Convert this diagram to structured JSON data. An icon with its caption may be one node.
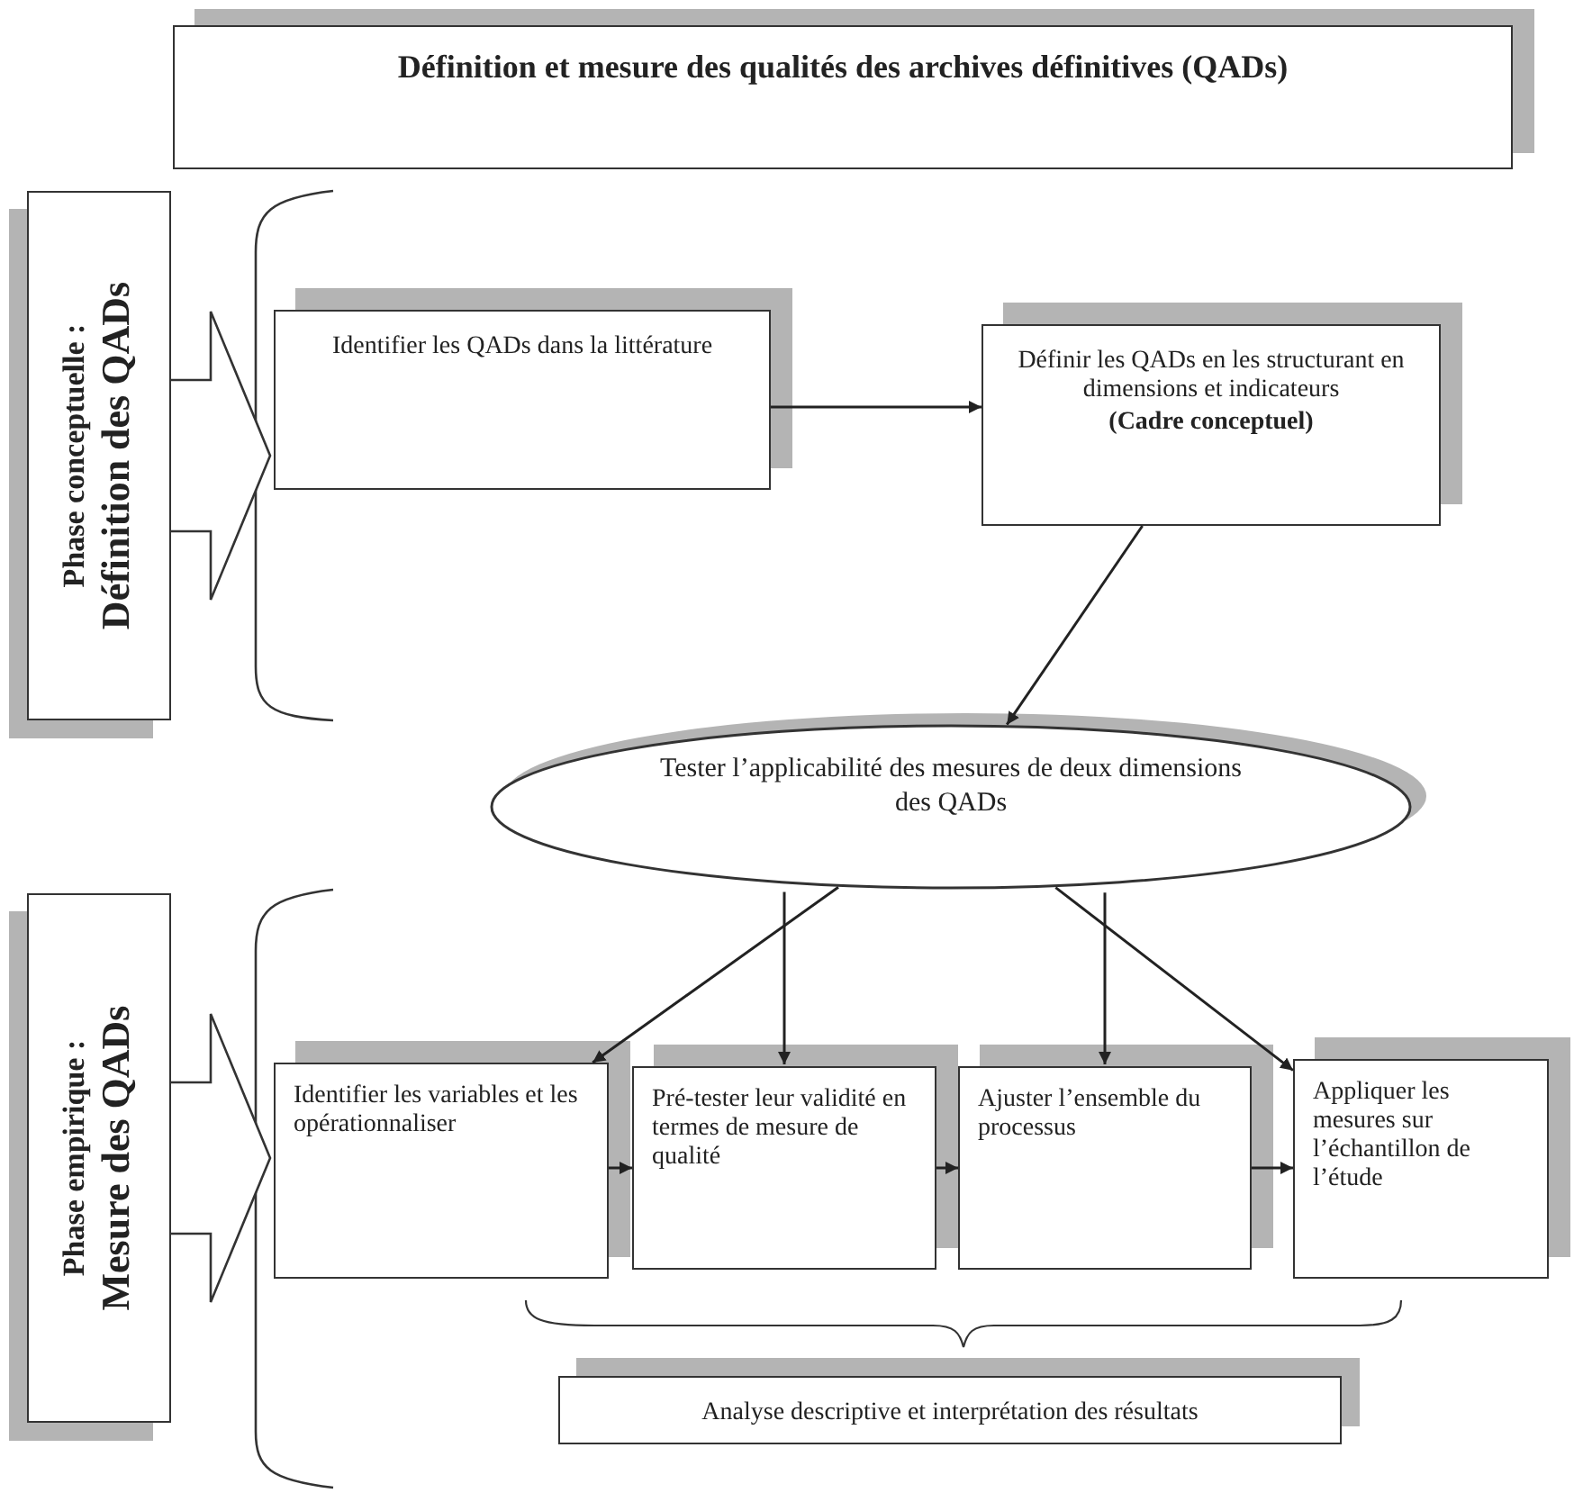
{
  "diagram": {
    "nodes": [
      {
        "text": [
          "Définition et mesure des qualités des archives définitives (QADs)"
        ]
      },
      {
        "text": [
          "Phase conceptuelle :",
          "Définition des QADs"
        ]
      },
      {
        "text": [
          "Identifier les QADs dans la littérature"
        ]
      },
      {
        "text": [
          "Définir les QADs en les structurant en dimensions et indicateurs",
          "(Cadre conceptuel)"
        ]
      },
      {
        "text": [
          "Tester l’applicabilité des mesures de deux dimensions des QADs"
        ]
      },
      {
        "text": [
          "Phase empirique :",
          "Mesure des QADs"
        ]
      },
      {
        "text": [
          "Identifier les variables et les opérationnaliser"
        ]
      },
      {
        "text": [
          "Pré-tester leur validité en termes de mesure de qualité"
        ]
      },
      {
        "text": [
          "Ajuster l’ensemble du processus"
        ]
      },
      {
        "text": [
          "Appliquer les mesures sur l’échantillon de l’étude"
        ]
      },
      {
        "text": [
          "Analyse descriptive et interprétation des résultats"
        ]
      }
    ],
    "edges": [
      {
        "from": 1,
        "to": null,
        "arrow": "to",
        "style": "thick"
      },
      {
        "from": 2,
        "to": 3,
        "arrow": "to"
      },
      {
        "from": 3,
        "to": 4,
        "arrow": "to"
      },
      {
        "from": 4,
        "to": 6,
        "arrow": "to"
      },
      {
        "from": 4,
        "to": 7,
        "arrow": "to"
      },
      {
        "from": 4,
        "to": 8,
        "arrow": "to"
      },
      {
        "from": 4,
        "to": 9,
        "arrow": "to"
      },
      {
        "from": 6,
        "to": 7,
        "arrow": "to"
      },
      {
        "from": 7,
        "to": 8,
        "arrow": "to"
      },
      {
        "from": 8,
        "to": 9,
        "arrow": "to"
      },
      {
        "from": 5,
        "to": null,
        "arrow": "to",
        "style": "thick"
      }
    ]
  }
}
